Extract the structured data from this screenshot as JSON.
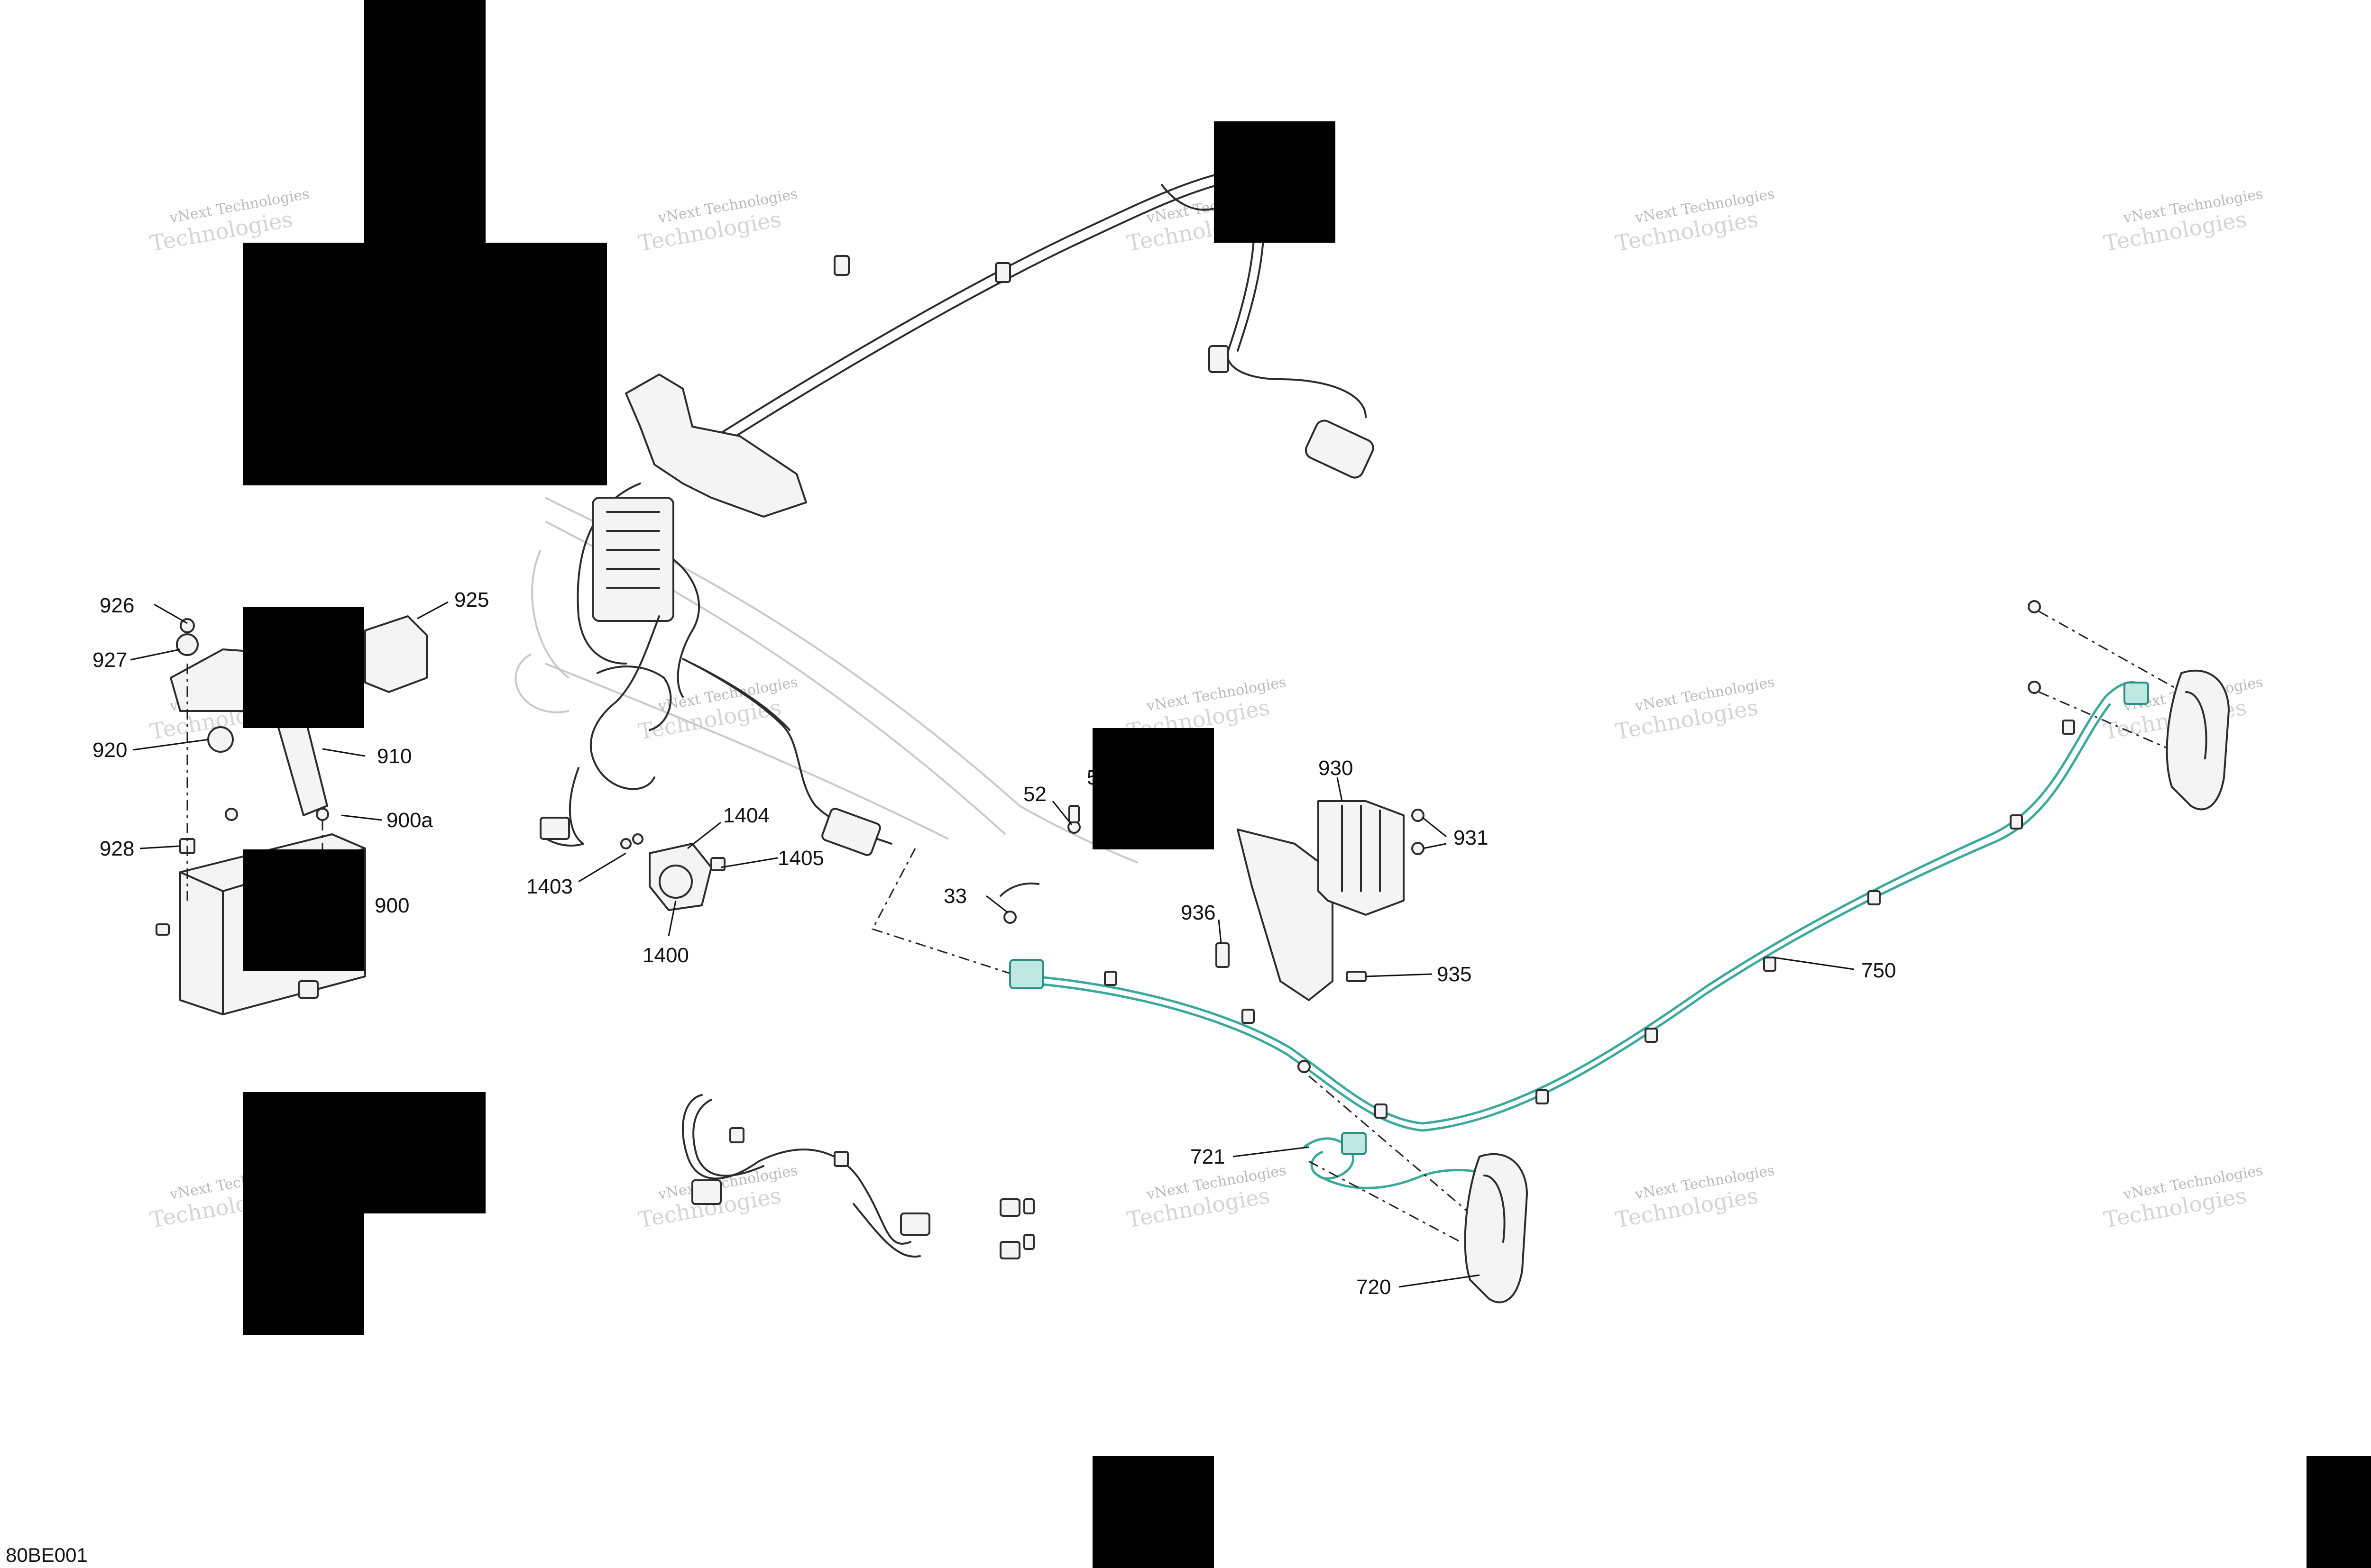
{
  "diagram": {
    "code": "80BE001",
    "watermark": "vNext Technologies",
    "callouts": [
      "926",
      "927",
      "925",
      "920",
      "910",
      "900a",
      "928",
      "900",
      "1404",
      "1405",
      "1403",
      "1400",
      "52",
      "5",
      "33",
      "930",
      "931",
      "936",
      "935",
      "750",
      "721",
      "720"
    ],
    "colors": {
      "highlight": "#3aa89a",
      "line": "#2b2b2b",
      "redaction": "#000000",
      "watermark": "#b9b9b9"
    }
  }
}
